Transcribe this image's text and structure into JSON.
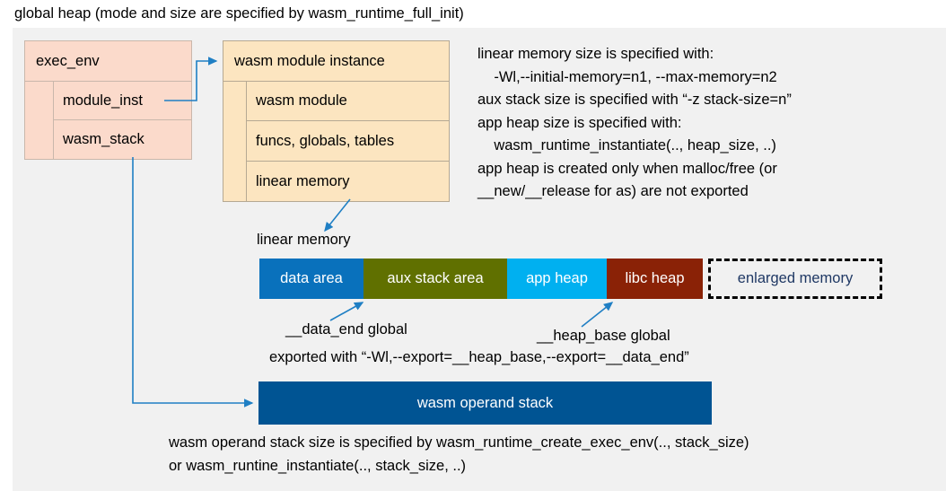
{
  "title": "global heap (mode and size are specified by wasm_runtime_full_init)",
  "colors": {
    "panel_bg": "#f1f1f1",
    "exec_env_fill": "#fbdacb",
    "module_inst_fill": "#fce5c0",
    "data_area": "#0971bc",
    "aux_stack_area": "#607000",
    "app_heap": "#00b0f0",
    "libc_heap": "#8a2206",
    "enlarged_memory_text": "#1f3864",
    "operand_stack": "#005493",
    "connector": "#1f7fc4"
  },
  "exec_env": {
    "header": "exec_env",
    "fields": [
      "module_inst",
      "wasm_stack"
    ]
  },
  "module_instance": {
    "header": "wasm module instance",
    "fields": [
      "wasm module",
      "funcs, globals, tables",
      "linear memory"
    ]
  },
  "notes": {
    "main": "linear memory size is specified with:\n    -Wl,--initial-memory=n1, --max-memory=n2\naux stack size is specified with “-z stack-size=n”\napp heap size is specified with:\n    wasm_runtime_instantiate(.., heap_size, ..)\napp heap is created only when malloc/free (or\n__new/__release for as) are not exported",
    "bottom": "wasm operand stack size is specified by wasm_runtime_create_exec_env(.., stack_size)\nor wasm_runtine_instantiate(.., stack_size, ..)"
  },
  "linear_memory": {
    "label": "linear memory",
    "segments": [
      {
        "label": "data area",
        "color": "#0971bc",
        "width": 116,
        "text_color": "#ffffff",
        "dashed": false
      },
      {
        "label": "aux stack area",
        "color": "#607000",
        "width": 160,
        "text_color": "#ffffff",
        "dashed": false
      },
      {
        "label": "app heap",
        "color": "#00b0f0",
        "width": 111,
        "text_color": "#ffffff",
        "dashed": false
      },
      {
        "label": "libc heap",
        "color": "#8a2206",
        "width": 107,
        "text_color": "#ffffff",
        "dashed": false
      },
      {
        "label": "enlarged memory",
        "color": "#f1f1f1",
        "width": 194,
        "text_color": "#1f3864",
        "dashed": true
      }
    ]
  },
  "annotations": {
    "data_end": "__data_end global",
    "heap_base": "__heap_base global",
    "exported": "exported with “-Wl,--export=__heap_base,--export=__data_end”"
  },
  "operand_stack": {
    "label": "wasm operand stack"
  }
}
